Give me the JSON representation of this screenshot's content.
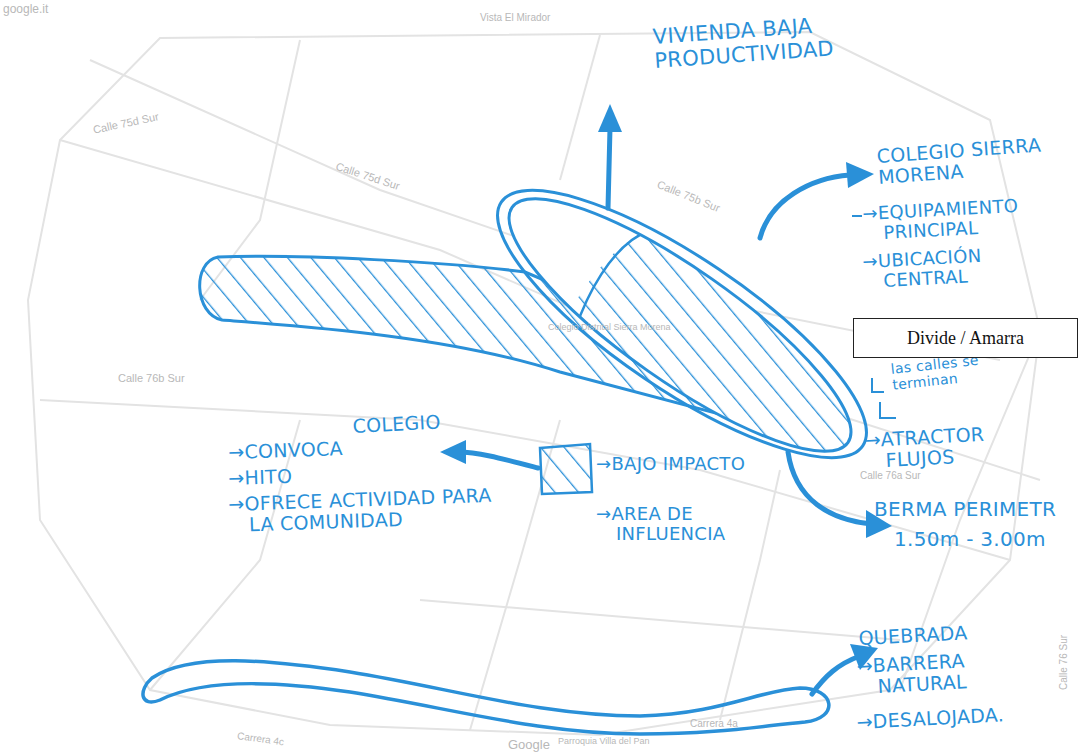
{
  "diagram": {
    "nodes": [
      {
        "text": [
          "Divide / Amarra"
        ]
      }
    ],
    "labels": [
      "google.it",
      "Vista El Mirador",
      "Calle 75d Sur",
      "Calle 75d Sur",
      "Calle 75b Sur",
      "VIVIENDA BAJA PRODUCTIVIDAD",
      "COLEGIO SIERRA MORENA",
      "→EQUIPAMIENTO PRINCIPAL",
      "→UBICACIÓN CENTRAL",
      "Colegio Distrital Sierra Morena",
      "las calles se terminan",
      "Calle 76b Sur",
      "COLEGIO",
      "→CONVOCA",
      "→HITO",
      "→OFRECE ACTIVIDAD PARA LA COMUNIDAD",
      "→BAJO IMPACTO",
      "→AREA DE INFLUENCIA",
      "→ATRACTOR FLUJOS",
      "BERMA PERIMETR",
      "1.50m - 3.00m",
      "Calle 76a Sur",
      "QUEBRADA",
      "→BARRERA NATURAL",
      "→DESALOJADA.",
      "Carrera 4c",
      "Carrera 4a",
      "Google",
      "Parroquia Villa del Pan",
      "Calle 76 Sur"
    ]
  }
}
